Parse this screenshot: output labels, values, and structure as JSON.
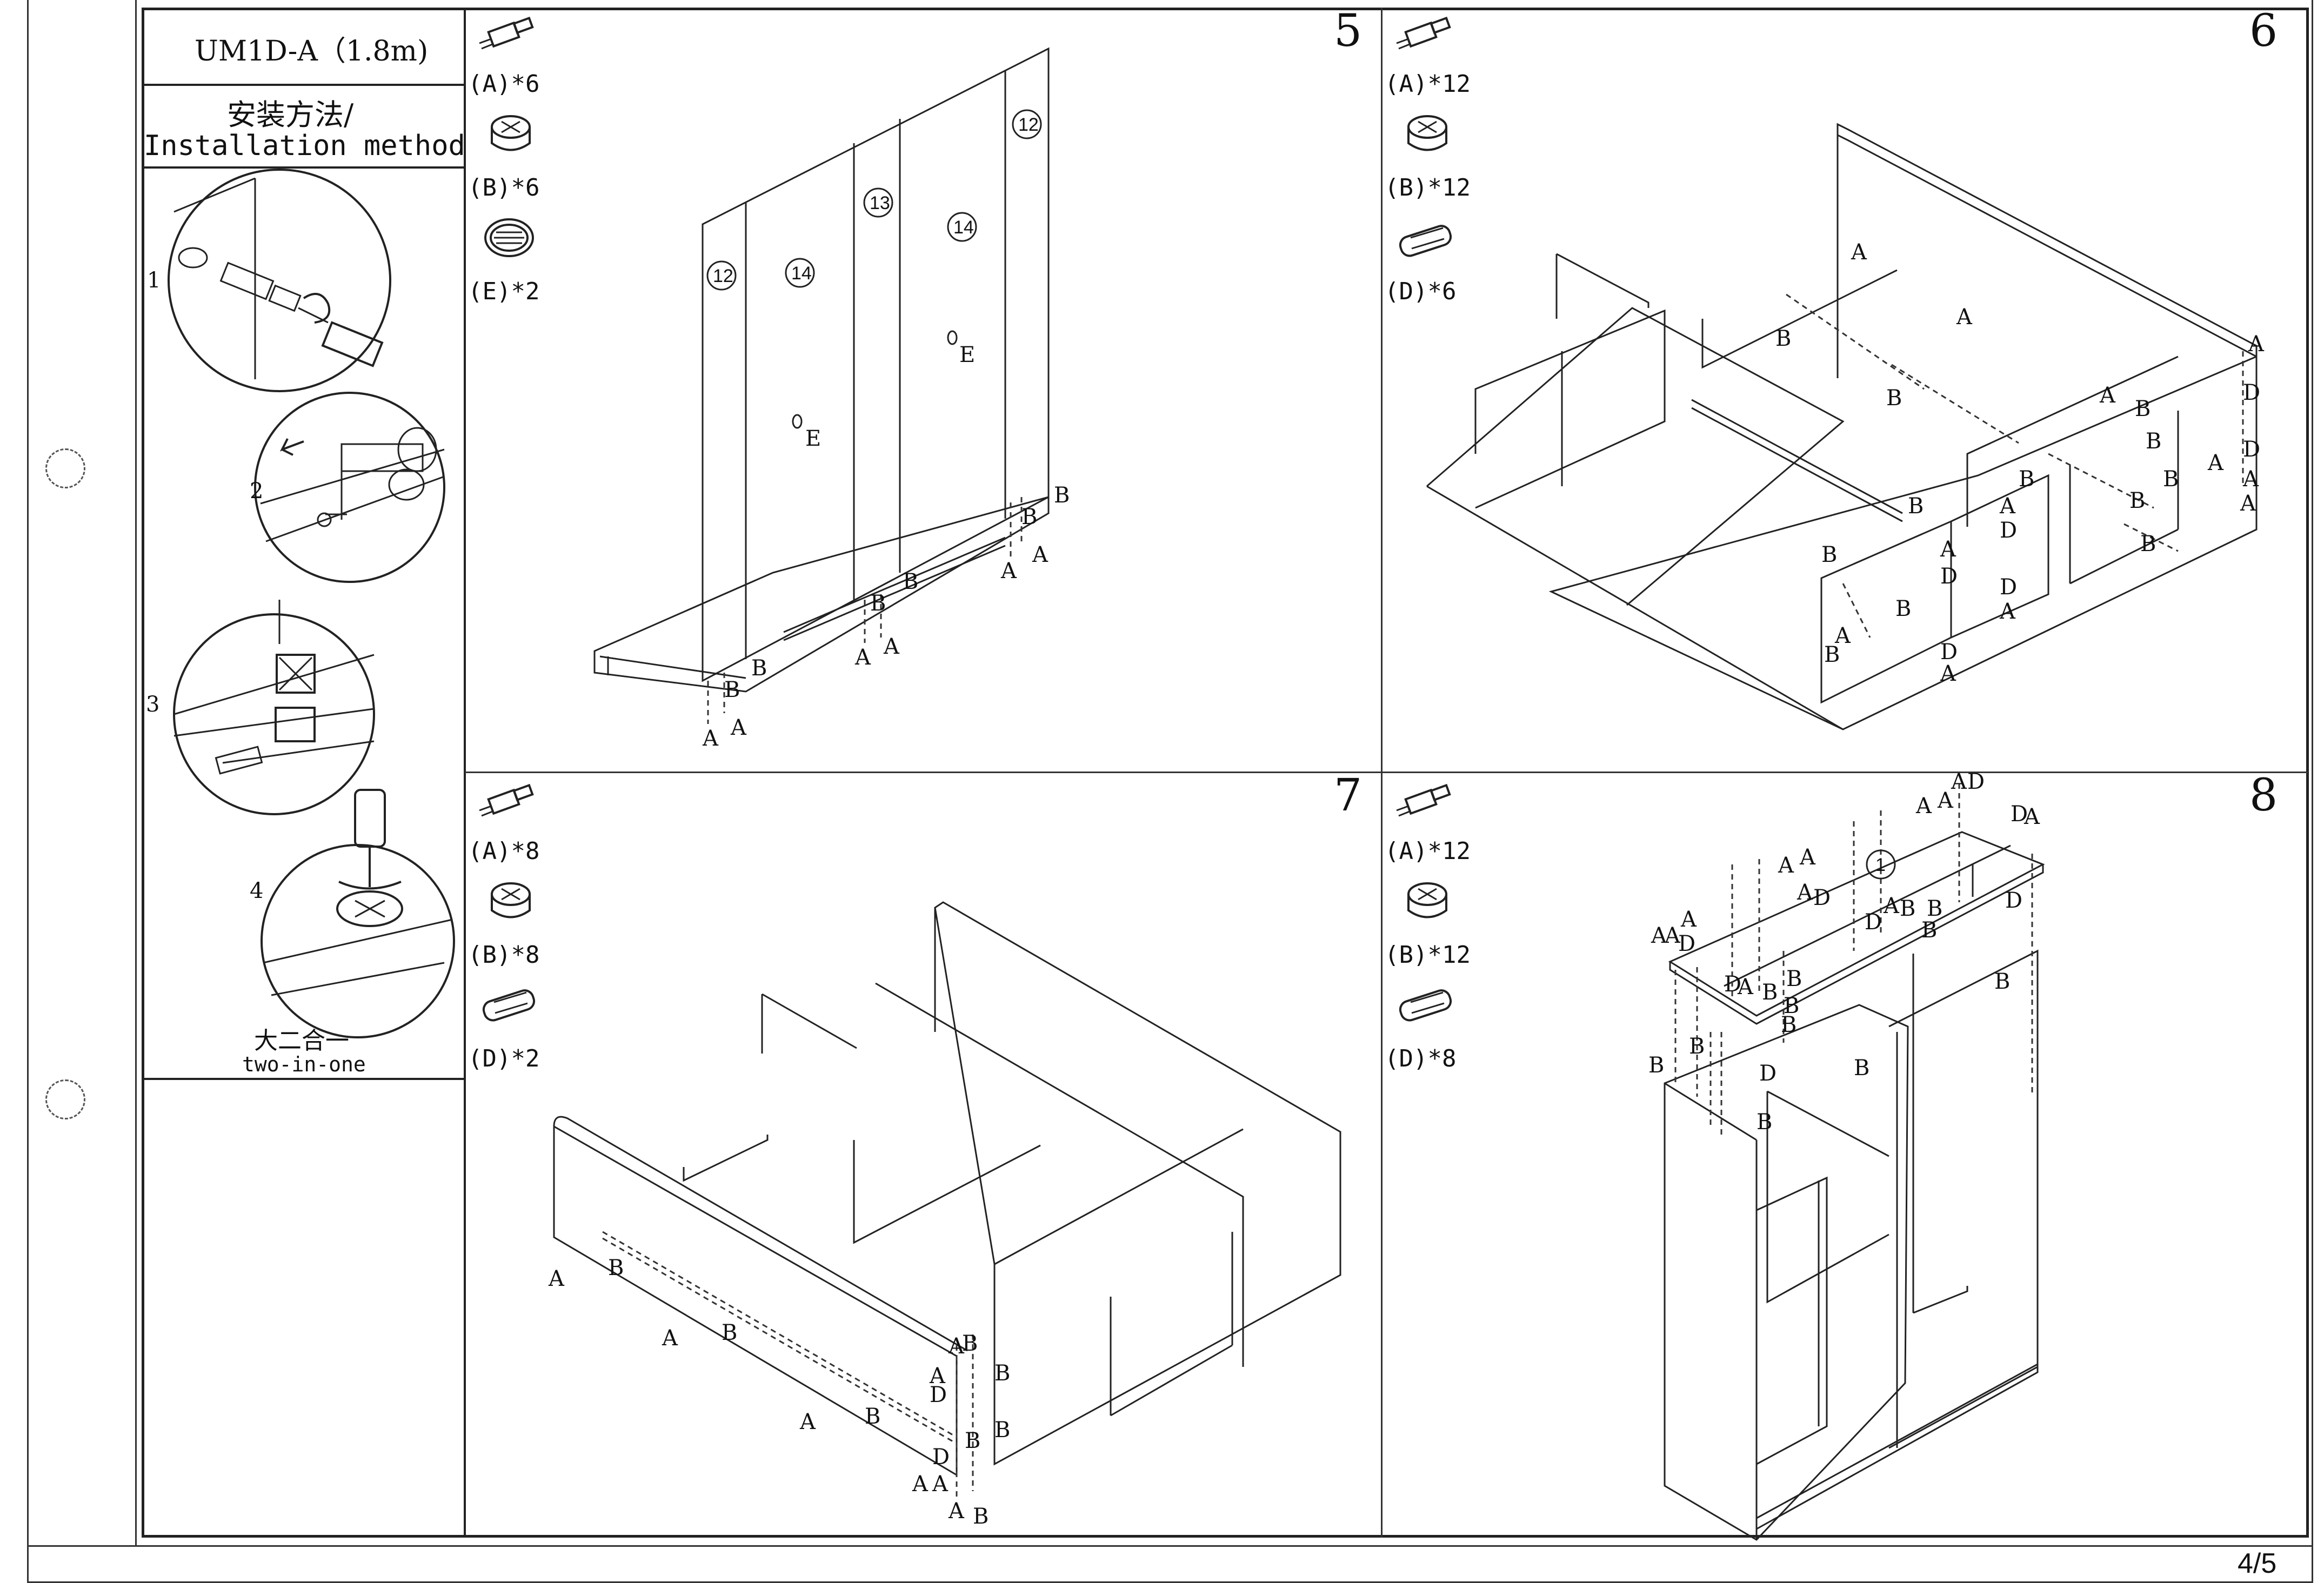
{
  "model": "UM1D-A（1.8m)",
  "method_zh": "安装方法/",
  "method_en": "Installation method",
  "substeps": [
    "1",
    "2",
    "3",
    "4"
  ],
  "two_in_one_zh": "大二合一",
  "two_in_one_en": "two-in-one",
  "page": "4/5",
  "steps": [
    {
      "number": "5",
      "parts": [
        "(A)*6",
        "(B)*6",
        "(E)*2"
      ]
    },
    {
      "number": "6",
      "parts": [
        "(A)*12",
        "(B)*12",
        "(D)*6"
      ]
    },
    {
      "number": "7",
      "parts": [
        "(A)*8",
        "(B)*8",
        "(D)*2"
      ]
    },
    {
      "number": "8",
      "parts": [
        "(A)*12",
        "(B)*12",
        "(D)*8"
      ]
    }
  ],
  "panel_numbers": {
    "step5": [
      "12",
      "14",
      "13",
      "14",
      "12"
    ],
    "step8": [
      "1"
    ]
  },
  "icons": [
    "cam-bolt-icon",
    "cam-lock-icon",
    "grommet-icon",
    "wooden-dowel-icon",
    "screwdriver-icon"
  ]
}
